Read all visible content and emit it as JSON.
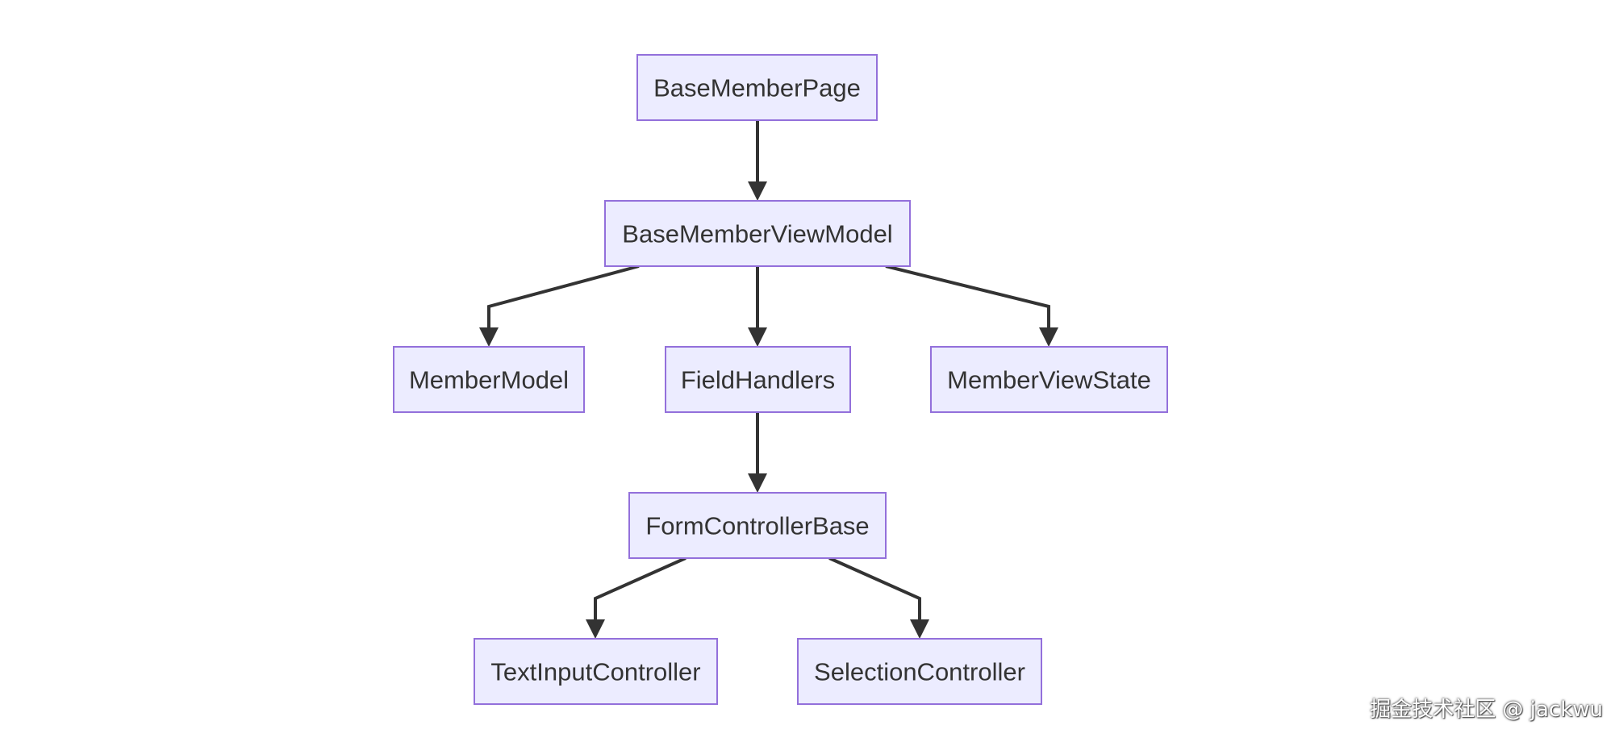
{
  "diagram": {
    "nodes": [
      {
        "id": "BaseMemberPage",
        "label": "BaseMemberPage"
      },
      {
        "id": "BaseMemberViewModel",
        "label": "BaseMemberViewModel"
      },
      {
        "id": "MemberModel",
        "label": "MemberModel"
      },
      {
        "id": "FieldHandlers",
        "label": "FieldHandlers"
      },
      {
        "id": "MemberViewState",
        "label": "MemberViewState"
      },
      {
        "id": "FormControllerBase",
        "label": "FormControllerBase"
      },
      {
        "id": "TextInputController",
        "label": "TextInputController"
      },
      {
        "id": "SelectionController",
        "label": "SelectionController"
      }
    ],
    "edges": [
      {
        "from": "BaseMemberPage",
        "to": "BaseMemberViewModel"
      },
      {
        "from": "BaseMemberViewModel",
        "to": "MemberModel"
      },
      {
        "from": "BaseMemberViewModel",
        "to": "FieldHandlers"
      },
      {
        "from": "BaseMemberViewModel",
        "to": "MemberViewState"
      },
      {
        "from": "FieldHandlers",
        "to": "FormControllerBase"
      },
      {
        "from": "FormControllerBase",
        "to": "TextInputController"
      },
      {
        "from": "FormControllerBase",
        "to": "SelectionController"
      }
    ],
    "colors": {
      "node_fill": "#ECECFF",
      "node_border": "#9370DB",
      "edge": "#333333",
      "text": "#333333"
    }
  },
  "watermark": "掘金技术社区 @ jackwu"
}
